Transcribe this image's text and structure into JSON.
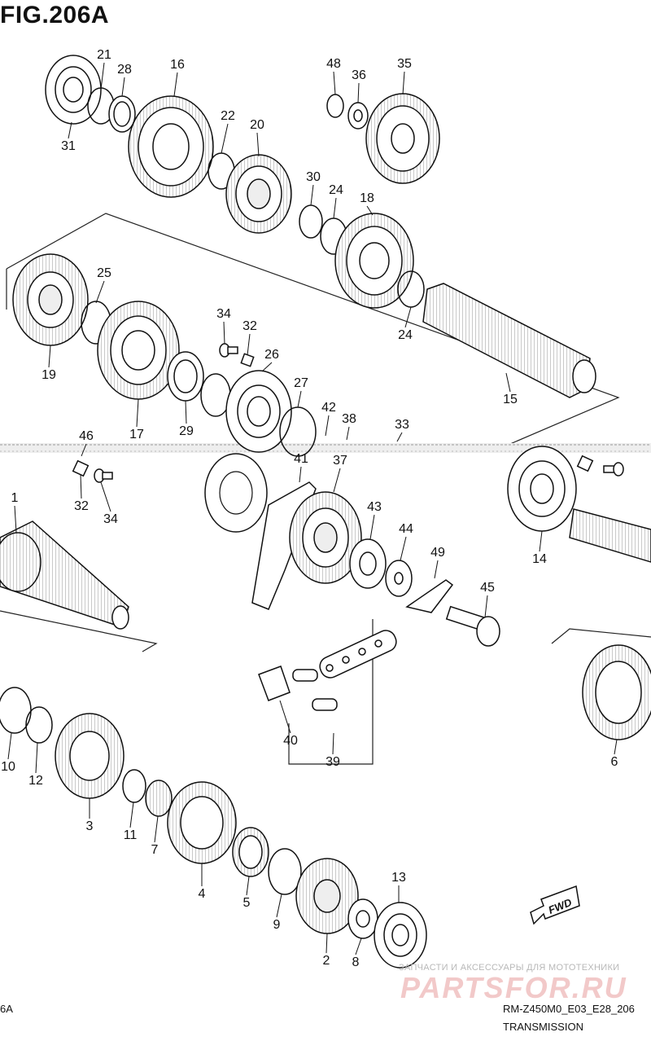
{
  "figure": {
    "title": "FIG.206A",
    "code": "RM-Z450M0_E03_E28_206",
    "name": "TRANSMISSION",
    "left_code": "6A"
  },
  "direction_label": "FWD",
  "watermark": {
    "caption": "ЗАПЧАСТИ И АКСЕССУАРЫ ДЛЯ МОТОТЕХНИКИ",
    "logo": "PARTSFOR.RU"
  },
  "callouts": [
    "21",
    "28",
    "16",
    "31",
    "22",
    "20",
    "48",
    "36",
    "35",
    "30",
    "24",
    "18",
    "25",
    "19",
    "17",
    "34",
    "32",
    "26",
    "29",
    "27",
    "42",
    "38",
    "33",
    "24",
    "15",
    "46",
    "32",
    "34",
    "41",
    "37",
    "43",
    "44",
    "49",
    "45",
    "1",
    "14",
    "40",
    "39",
    "10",
    "12",
    "3",
    "11",
    "7",
    "4",
    "5",
    "9",
    "2",
    "8",
    "13",
    "6"
  ]
}
